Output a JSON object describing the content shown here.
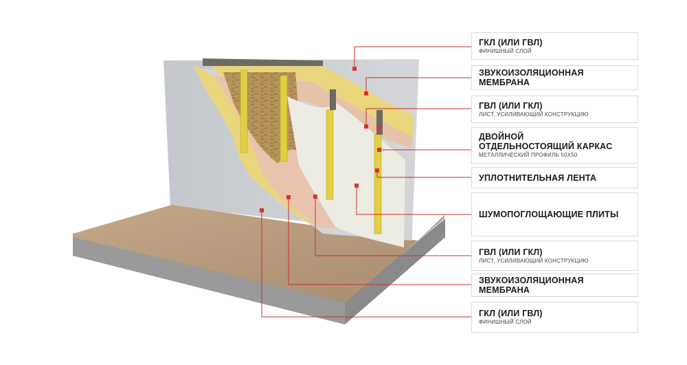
{
  "labels": [
    {
      "title": "ГКЛ (ИЛИ ГВЛ)",
      "subtitle": "ФИНИШНЫЙ СЛОЙ"
    },
    {
      "title": "ЗВУКОИЗОЛЯЦИОННАЯ МЕМБРАНА",
      "subtitle": ""
    },
    {
      "title": "ГВЛ (ИЛИ ГКЛ)",
      "subtitle": "ЛИСТ, УСИЛИВАЮЩИЙ КОНСТРУКЦИЮ"
    },
    {
      "title": "ДВОЙНОЙ\nОТДЕЛЬНОСТОЯЩИЙ КАРКАС",
      "subtitle": "МЕТАЛЛИЧЕСКИЙ ПРОФИЛЬ 50Х50"
    },
    {
      "title": "УПЛОТНИТЕЛЬНАЯ ЛЕНТА",
      "subtitle": ""
    },
    {
      "title": "ШУМОПОГЛОЩАЮЩИЕ ПЛИТЫ",
      "subtitle": ""
    },
    {
      "title": "ГВЛ (ИЛИ ГКЛ)",
      "subtitle": "ЛИСТ, УСИЛИВАЮЩИЙ КОНСТРУКЦИЮ"
    },
    {
      "title": "ЗВУКОИЗОЛЯЦИОННАЯ МЕМБРАНА",
      "subtitle": ""
    },
    {
      "title": "ГКЛ (ИЛИ ГВЛ)",
      "subtitle": "ФИНИШНЫЙ СЛОЙ"
    }
  ],
  "colors": {
    "leader": "#c8302a",
    "marker": "#d8352b",
    "wall": "#c9ccd0",
    "membrane": "#e9d57c",
    "gypsum_fiber": "#e8c4ad",
    "insulation": "#b9945a",
    "panel": "#ecebe4",
    "profile": "#e2cf43",
    "floor": "#b69a7d",
    "slab": "#a8a8a8"
  }
}
